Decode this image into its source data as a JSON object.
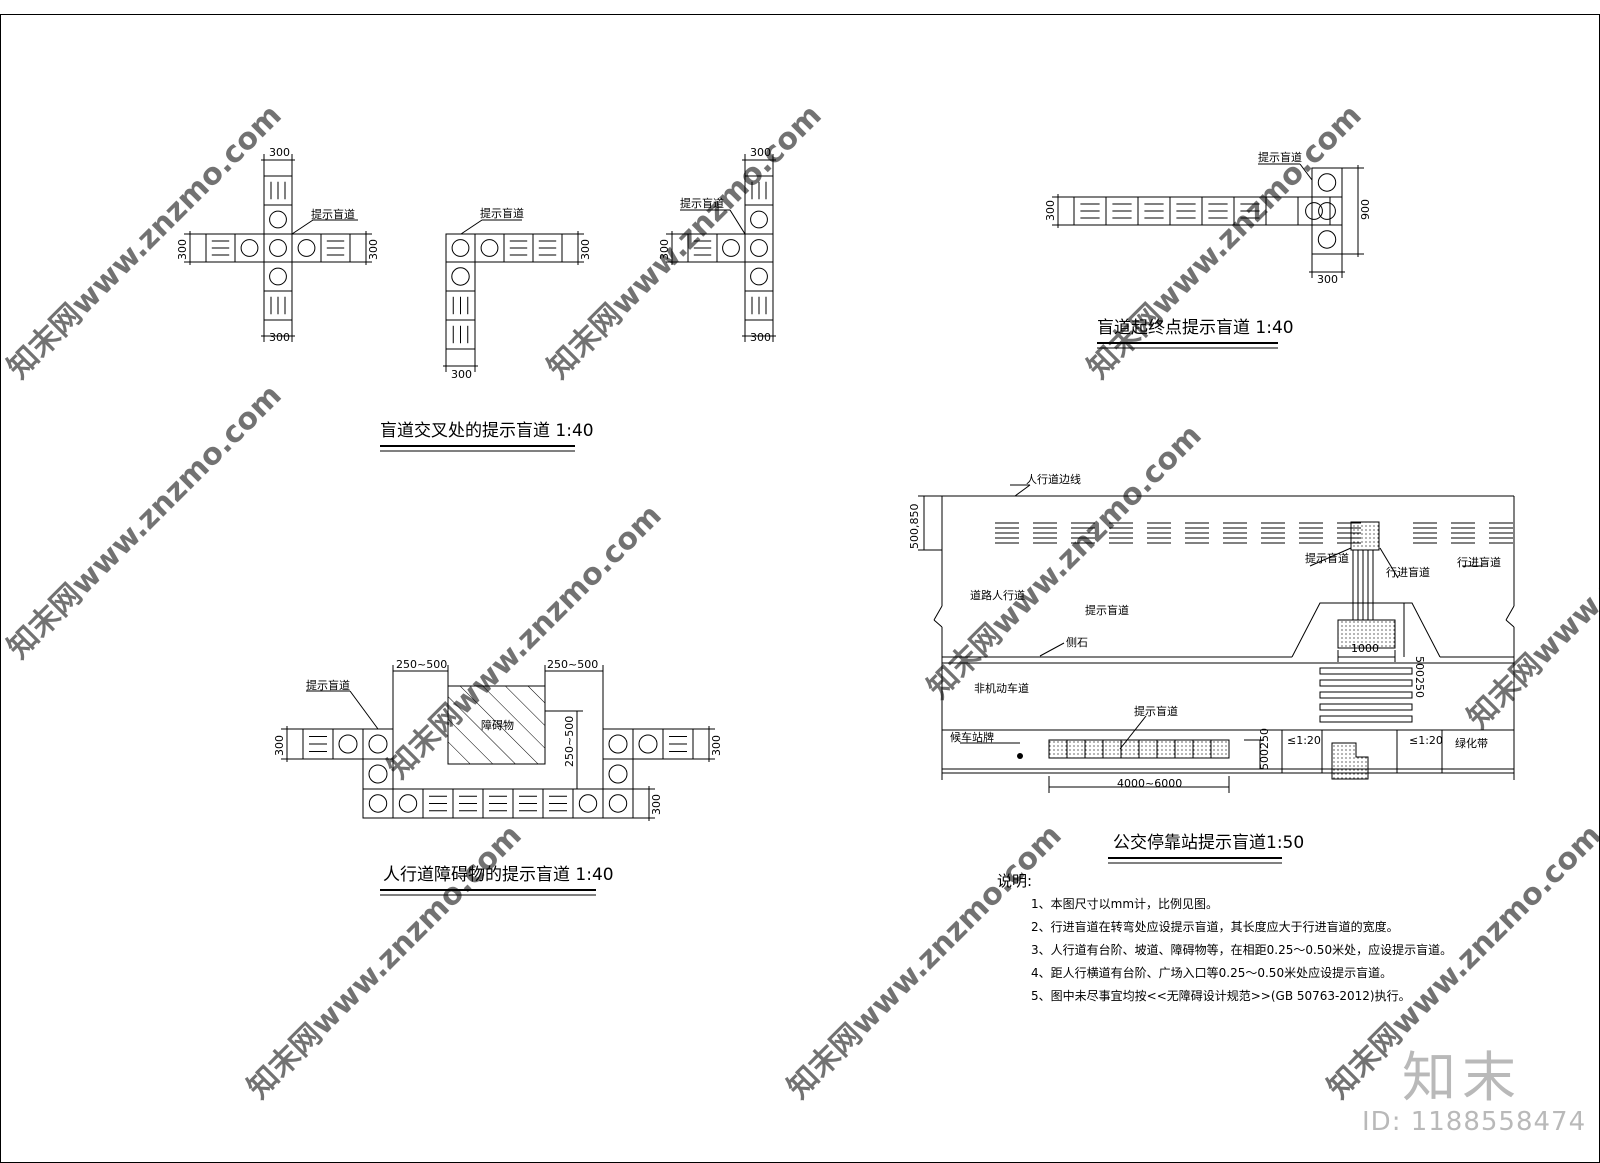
{
  "dims": {
    "d300": "300",
    "d900": "900",
    "d250_500": "250~500",
    "d1000": "1000",
    "d500250": "500250",
    "d500850": "500,850",
    "d4000_6000": "4000~6000",
    "ratio": "≤1:20"
  },
  "labels": {
    "tishi": "提示盲道",
    "obstacle": "障碍物",
    "renxing_edge": "人行道边线",
    "daolu_renxing": "道路人行道",
    "xingjin": "行进盲道",
    "cestone": "侧石",
    "feijidong": "非机动车道",
    "bus_sign": "候车站牌",
    "lvhua": "绿化带"
  },
  "titles": {
    "cross": "盲道交叉处的提示盲道 1:40",
    "endpoint": "盲道起终点提示盲道 1:40",
    "obstacle": "人行道障碍物的提示盲道 1:40",
    "bus": "公交停靠站提示盲道1:50"
  },
  "notes": {
    "heading": "说明:",
    "items": [
      "1、本图尺寸以mm计，比例见图。",
      "2、行进盲道在转弯处应设提示盲道，其长度应大于行进盲道的宽度。",
      "3、人行道有台阶、坡道、障碍物等，在相距0.25～0.50米处，应设提示盲道。",
      "4、距人行横道有台阶、广场入口等0.25～0.50米处应设提示盲道。",
      "5、图中未尽事宜均按<<无障碍设计规范>>(GB 50763-2012)执行。"
    ]
  },
  "brand": {
    "name": "知末",
    "id": "ID: 1188558474"
  },
  "watermark": {
    "text": "知末网www.znzmo.com"
  }
}
